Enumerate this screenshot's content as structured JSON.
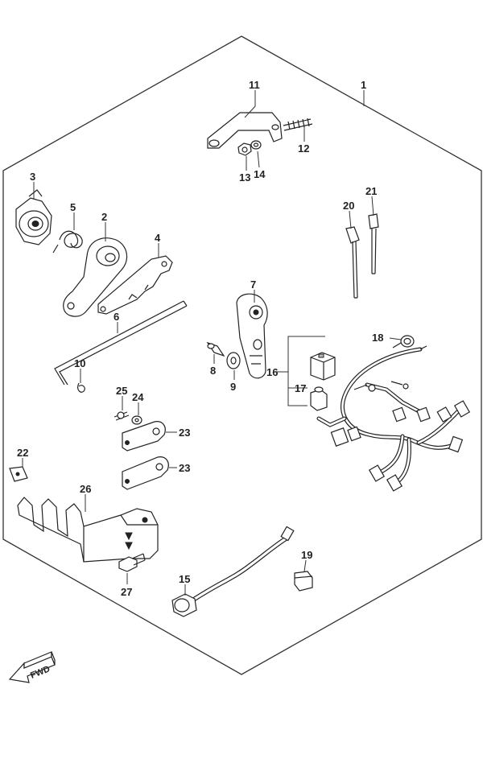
{
  "diagram": {
    "callouts": [
      {
        "id": "1",
        "label": "1"
      },
      {
        "id": "2",
        "label": "2"
      },
      {
        "id": "3",
        "label": "3"
      },
      {
        "id": "4",
        "label": "4"
      },
      {
        "id": "5",
        "label": "5"
      },
      {
        "id": "6",
        "label": "6"
      },
      {
        "id": "7",
        "label": "7"
      },
      {
        "id": "8",
        "label": "8"
      },
      {
        "id": "9",
        "label": "9"
      },
      {
        "id": "10",
        "label": "10"
      },
      {
        "id": "11",
        "label": "11"
      },
      {
        "id": "12",
        "label": "12"
      },
      {
        "id": "13",
        "label": "13"
      },
      {
        "id": "14",
        "label": "14"
      },
      {
        "id": "15",
        "label": "15"
      },
      {
        "id": "16",
        "label": "16"
      },
      {
        "id": "17",
        "label": "17"
      },
      {
        "id": "18",
        "label": "18"
      },
      {
        "id": "19",
        "label": "19"
      },
      {
        "id": "20",
        "label": "20"
      },
      {
        "id": "21",
        "label": "21"
      },
      {
        "id": "22",
        "label": "22"
      },
      {
        "id": "23a",
        "label": "23"
      },
      {
        "id": "23b",
        "label": "23"
      },
      {
        "id": "24",
        "label": "24"
      },
      {
        "id": "25",
        "label": "25"
      },
      {
        "id": "26",
        "label": "26"
      },
      {
        "id": "27",
        "label": "27"
      }
    ],
    "direction_badge": {
      "label": "FWD",
      "icon": "fwd-arrow-icon"
    }
  }
}
